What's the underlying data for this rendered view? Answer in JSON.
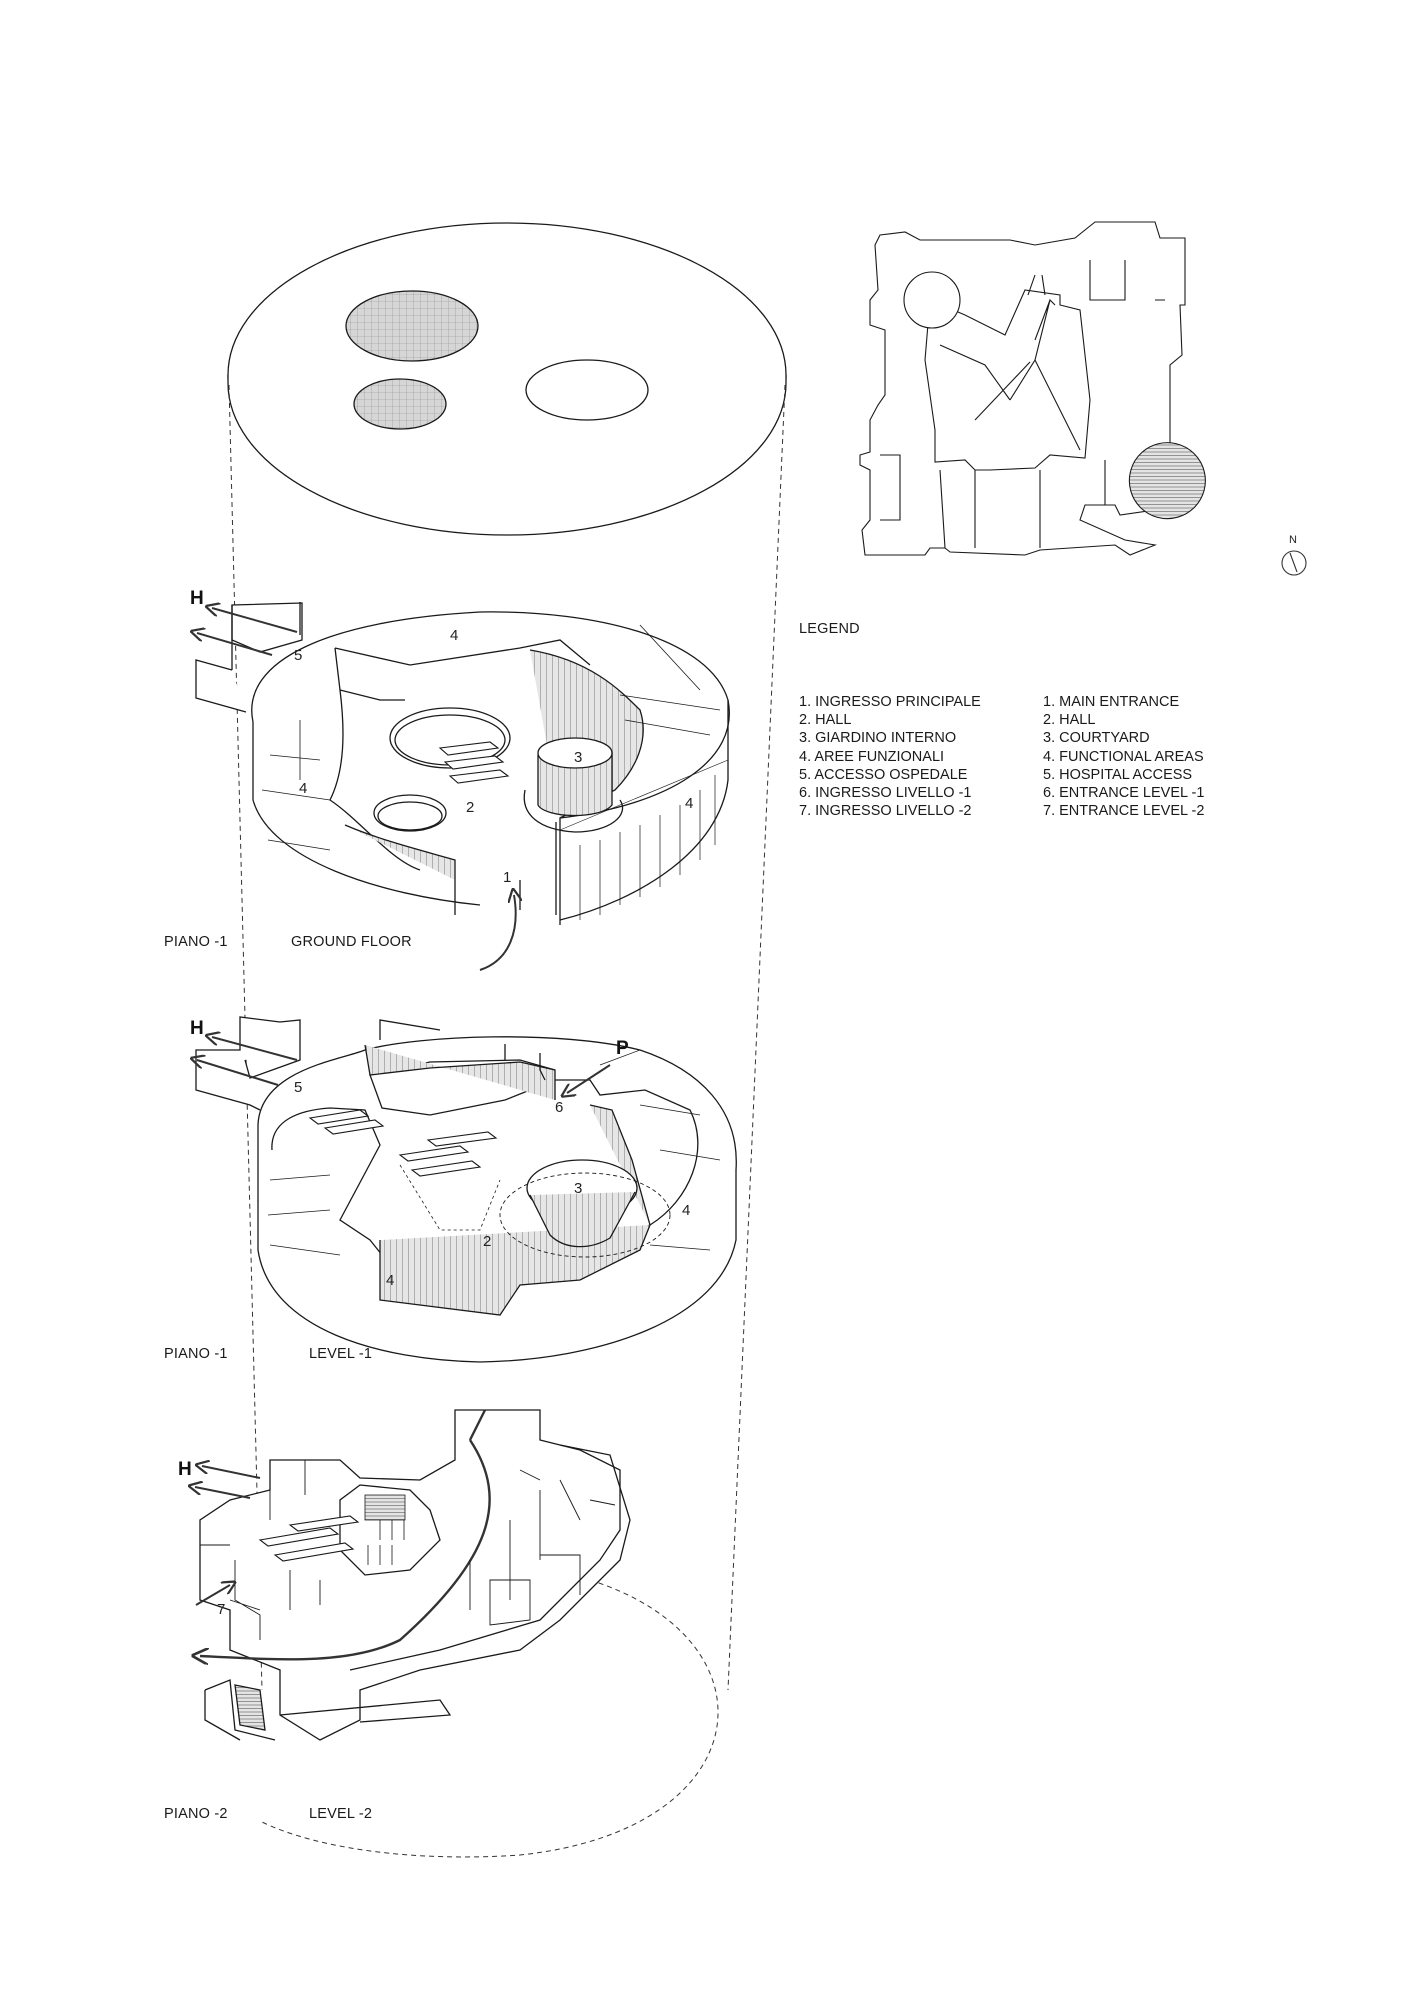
{
  "legend": {
    "title": "LEGEND",
    "italian": [
      "1. INGRESSO PRINCIPALE",
      "2. HALL",
      "3. GIARDINO INTERNO",
      "4. AREE FUNZIONALI",
      "5. ACCESSO OSPEDALE",
      "6. INGRESSO LIVELLO -1",
      "7. INGRESSO LIVELLO -2"
    ],
    "english": [
      "1. MAIN ENTRANCE",
      "2. HALL",
      "3. COURTYARD",
      "4. FUNCTIONAL AREAS",
      "5. HOSPITAL ACCESS",
      "6. ENTRANCE LEVEL -1",
      "7. ENTRANCE LEVEL -2"
    ]
  },
  "north_label": "N",
  "levels": {
    "ground": {
      "it": "PIANO -1",
      "en": "GROUND FLOOR"
    },
    "minus1": {
      "it": "PIANO -1",
      "en": "LEVEL -1"
    },
    "minus2": {
      "it": "PIANO -2",
      "en": "LEVEL -2"
    }
  },
  "markers": {
    "hospital": "H",
    "parking": "P",
    "n1": "1",
    "n2": "2",
    "n3": "3",
    "n4": "4",
    "n5": "5",
    "n6": "6",
    "n7": "7"
  },
  "colors": {
    "line": "#1a1a1a",
    "wall_fill": "#d9d9d9",
    "hatch": "#9a9a9a"
  }
}
